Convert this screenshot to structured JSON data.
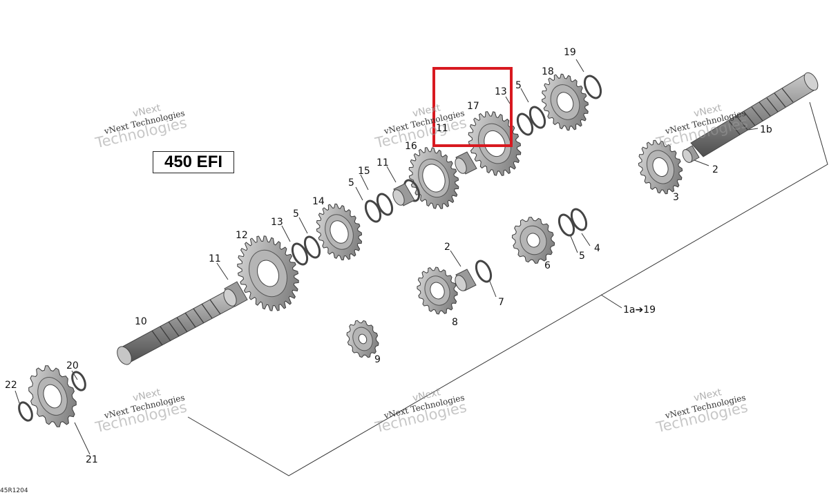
{
  "diagram": {
    "model_label": "450 EFI",
    "drawing_code": "45R1204",
    "group_label": "1a➔19",
    "highlight_color": "#d81920",
    "watermark": {
      "line1": "vNext",
      "line2": "vNext Technologies",
      "line3": "Technologies"
    },
    "callouts": [
      {
        "id": "c19",
        "text": "19"
      },
      {
        "id": "c18",
        "text": "18"
      },
      {
        "id": "c13a",
        "text": "13"
      },
      {
        "id": "c5a",
        "text": "5"
      },
      {
        "id": "c17",
        "text": "17"
      },
      {
        "id": "c11a",
        "text": "11"
      },
      {
        "id": "c16",
        "text": "16"
      },
      {
        "id": "c11b",
        "text": "11"
      },
      {
        "id": "c15",
        "text": "15"
      },
      {
        "id": "c5b",
        "text": "5"
      },
      {
        "id": "c14",
        "text": "14"
      },
      {
        "id": "c13b",
        "text": "13"
      },
      {
        "id": "c5c",
        "text": "5"
      },
      {
        "id": "c12",
        "text": "12"
      },
      {
        "id": "c11c",
        "text": "11"
      },
      {
        "id": "c10",
        "text": "10"
      },
      {
        "id": "c1b",
        "text": "1b"
      },
      {
        "id": "c2a",
        "text": "2"
      },
      {
        "id": "c3",
        "text": "3"
      },
      {
        "id": "c4",
        "text": "4"
      },
      {
        "id": "c5d",
        "text": "5"
      },
      {
        "id": "c6",
        "text": "6"
      },
      {
        "id": "c2b",
        "text": "2"
      },
      {
        "id": "c7",
        "text": "7"
      },
      {
        "id": "c8",
        "text": "8"
      },
      {
        "id": "c9",
        "text": "9"
      },
      {
        "id": "c20",
        "text": "20"
      },
      {
        "id": "c22",
        "text": "22"
      },
      {
        "id": "c21",
        "text": "21"
      }
    ]
  }
}
